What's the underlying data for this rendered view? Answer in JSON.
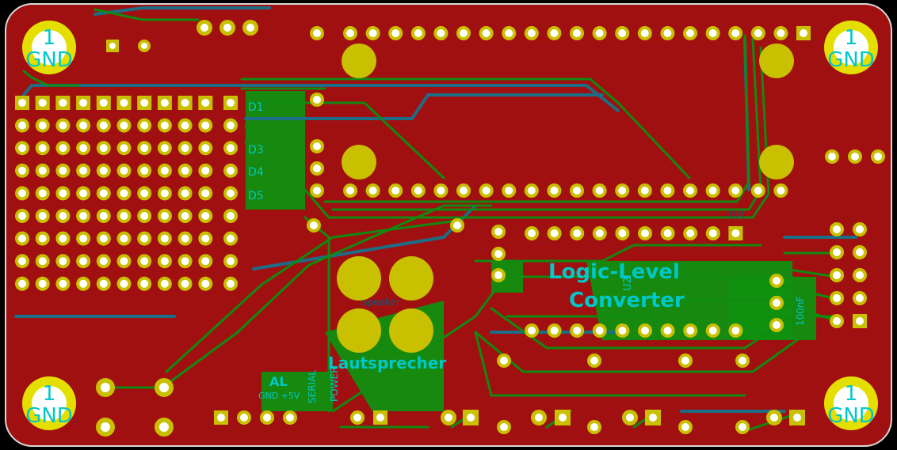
{
  "colors": {
    "board": "#a01010",
    "board_edge": "#d8d8d8",
    "fill": "#109010",
    "trace": "#108a10",
    "trace_back": "#1c6e86",
    "pad": "#c8c000",
    "pad_ring": "#e4df00",
    "hole": "#ffffff",
    "silk": "#00c8c8"
  },
  "mounting": {
    "pin": "1",
    "net": "GND"
  },
  "labels": {
    "level_converter_line1": "Logic-Level",
    "level_converter_line2": "Converter",
    "speaker_lower": "Lautsprecher",
    "speaker_upper": "Speaker",
    "power": "POWER",
    "serial": "SERIAL",
    "gnd_5v": "GND +5V",
    "u2": "U2",
    "lv1": "LV1",
    "cap_value": "100nF",
    "serial_short": "AL",
    "d1": "D1",
    "d3": "D3",
    "d4": "D4",
    "d5": "D5"
  }
}
